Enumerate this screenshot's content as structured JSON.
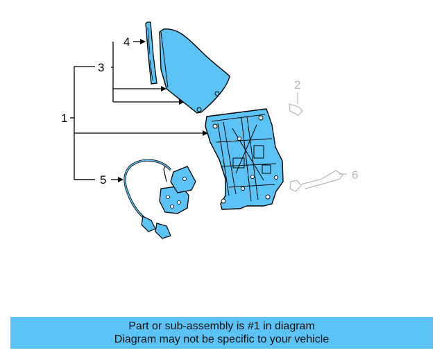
{
  "diagram": {
    "callouts": {
      "c1": "1",
      "c2": "2",
      "c3": "3",
      "c4": "4",
      "c5": "5",
      "c6": "6"
    }
  },
  "banner": {
    "line1": "Part or sub-assembly is #1 in diagram",
    "line2": "Diagram may not be specific to your vehicle"
  },
  "colors": {
    "highlight": "#5bc3f5",
    "line": "#000000",
    "faded": "#b8b8b8"
  }
}
